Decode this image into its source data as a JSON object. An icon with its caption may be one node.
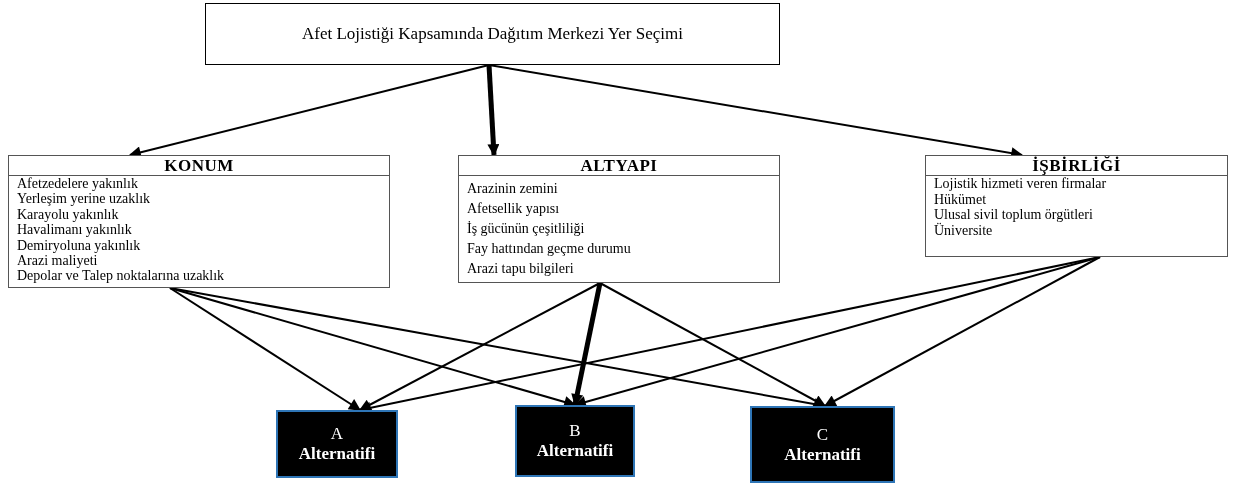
{
  "diagram": {
    "nodes": [
      {
        "text": [
          "Afet Lojistiği Kapsamında Dağıtım Merkezi Yer Seçimi"
        ]
      },
      {
        "text": [
          "KONUM",
          "Afetzedelere yakınlık",
          "Yerleşim yerine uzaklık",
          "Karayolu yakınlık",
          "Havalimanı yakınlık",
          "Demiryoluna yakınlık",
          "Arazi maliyeti",
          "Depolar ve Talep noktalarına uzaklık"
        ]
      },
      {
        "text": [
          "ALTYAPI",
          "Arazinin zemini",
          "Afetsellik yapısı",
          "İş gücünün çeşitliliği",
          "Fay hattından geçme durumu",
          "Arazi tapu bilgileri"
        ]
      },
      {
        "text": [
          "İŞBİRLİĞİ",
          "Lojistik hizmeti veren firmalar",
          "Hükümet",
          "Ulusal sivil toplum örgütleri",
          "Üniversite"
        ]
      },
      {
        "text": [
          "A",
          "Alternatifi"
        ]
      },
      {
        "text": [
          "B",
          "Alternatifi"
        ]
      },
      {
        "text": [
          "C",
          "Alternatifi"
        ]
      }
    ],
    "edges": [
      {
        "from": 0,
        "to": 1,
        "arrow": "to"
      },
      {
        "from": 0,
        "to": 2,
        "arrow": "to",
        "style": "thick"
      },
      {
        "from": 0,
        "to": 3,
        "arrow": "to"
      },
      {
        "from": 1,
        "to": 4,
        "arrow": "to"
      },
      {
        "from": 1,
        "to": 5,
        "arrow": "to"
      },
      {
        "from": 1,
        "to": 6,
        "arrow": "to"
      },
      {
        "from": 2,
        "to": 4,
        "arrow": "to"
      },
      {
        "from": 2,
        "to": 5,
        "arrow": "to",
        "style": "thick"
      },
      {
        "from": 2,
        "to": 6,
        "arrow": "to"
      },
      {
        "from": 3,
        "to": 4,
        "arrow": "to"
      },
      {
        "from": 3,
        "to": 5,
        "arrow": "to"
      },
      {
        "from": 3,
        "to": 6,
        "arrow": "to"
      }
    ]
  }
}
